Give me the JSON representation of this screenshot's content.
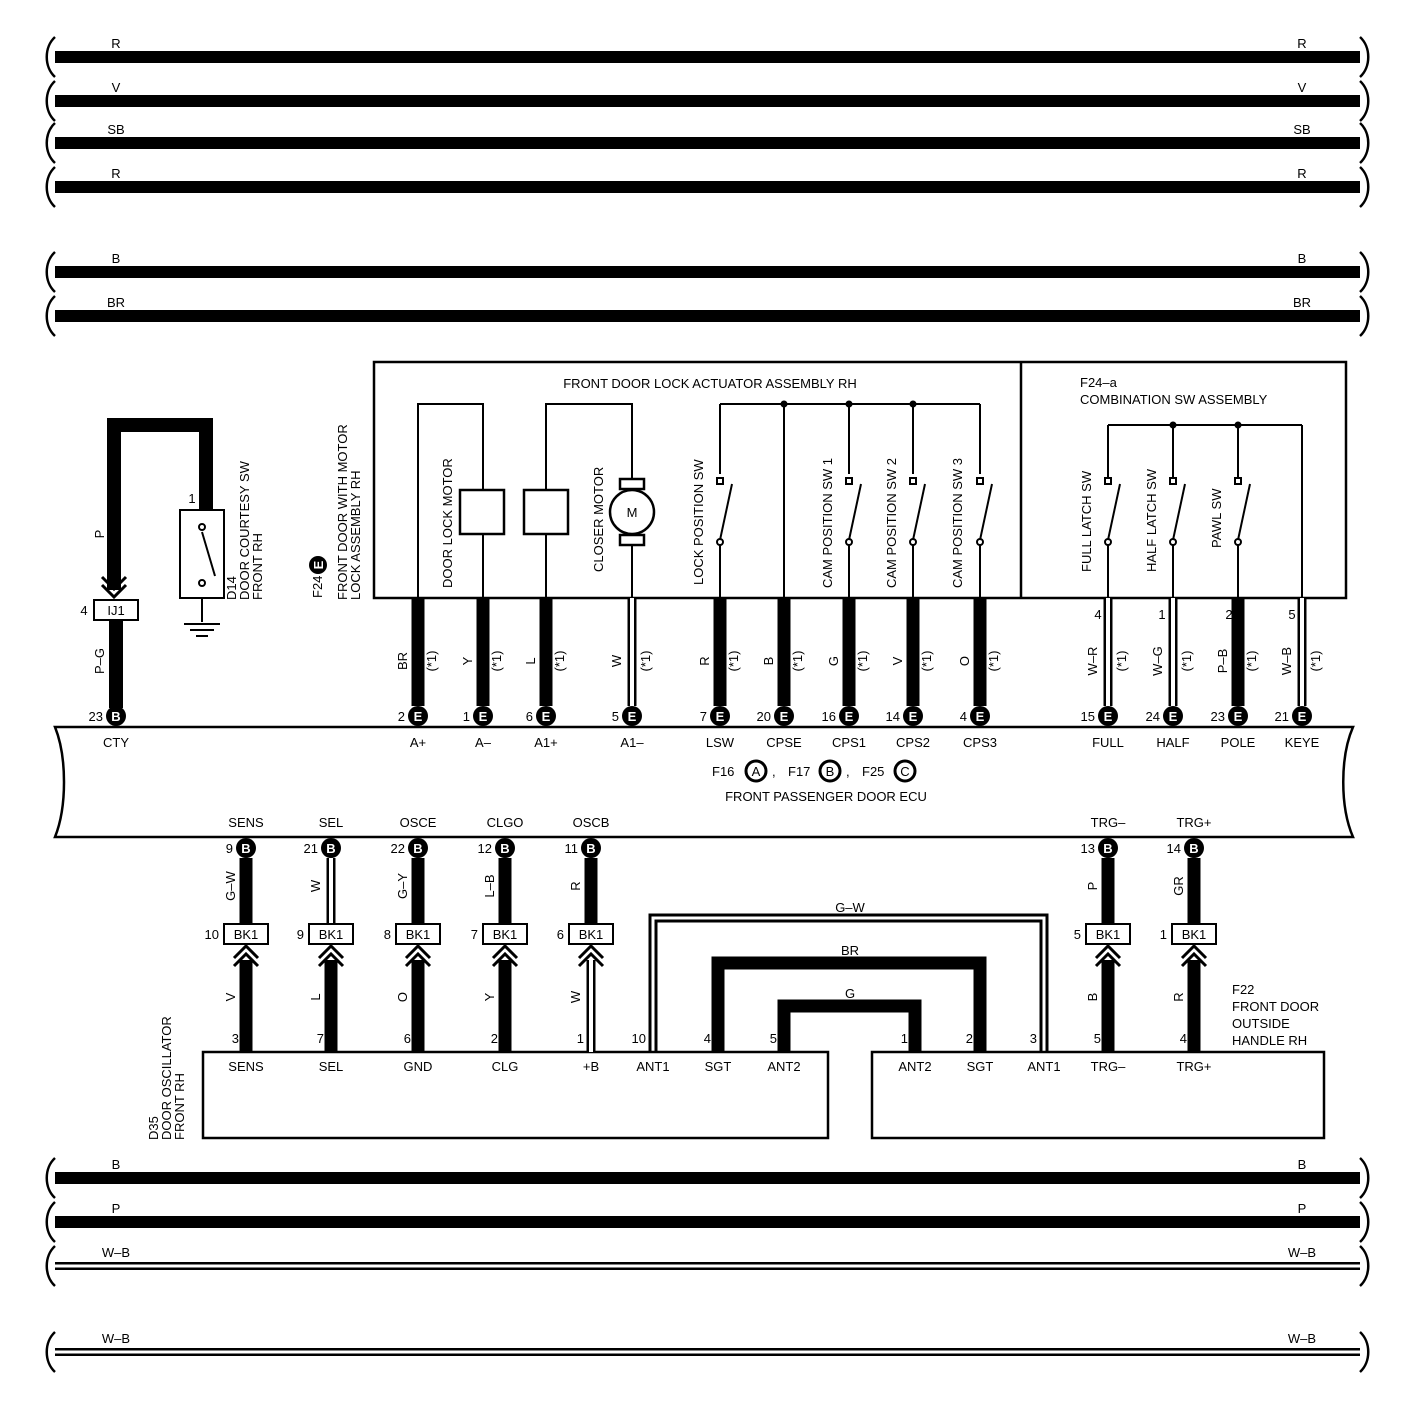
{
  "bus_top": [
    {
      "color": "R",
      "wire": "thick"
    },
    {
      "color": "V",
      "wire": "thick"
    },
    {
      "color": "SB",
      "wire": "thick"
    },
    {
      "color": "R",
      "wire": "thick"
    }
  ],
  "bus_mid": [
    {
      "color": "B",
      "wire": "thick"
    },
    {
      "color": "BR",
      "wire": "thick"
    }
  ],
  "bus_bottom": [
    {
      "color": "B",
      "wire": "thick"
    },
    {
      "color": "P",
      "wire": "thick"
    },
    {
      "color": "W–B",
      "wire": "thin"
    }
  ],
  "bus_last": [
    {
      "color": "W–B",
      "wire": "thin"
    }
  ],
  "door_courtesy": {
    "code": "D14",
    "name_line1": "DOOR COURTESY SW",
    "name_line2": "FRONT RH",
    "pin": "1",
    "wire_color": "P",
    "junction": "IJ1",
    "junction_pin": "4",
    "wire2_color": "P–G"
  },
  "lock_assembly": {
    "code": "F24",
    "connector": "E",
    "name_line1": "FRONT DOOR WITH MOTOR",
    "name_line2": "LOCK ASSEMBLY RH",
    "actuator_title": "FRONT DOOR LOCK ACTUATOR ASSEMBLY RH",
    "combo_code": "F24–a",
    "combo_title": "COMBINATION SW ASSEMBLY",
    "components": [
      "DOOR LOCK MOTOR",
      "CLOSER MOTOR",
      "LOCK POSITION SW",
      "CAM POSITION SW 1",
      "CAM POSITION SW 2",
      "CAM POSITION SW 3",
      "FULL LATCH SW",
      "HALF LATCH SW",
      "PAWL SW"
    ],
    "motor_symbol": "M",
    "combo_pins": [
      "4",
      "1",
      "2",
      "5"
    ]
  },
  "ecu": {
    "title": "FRONT PASSENGER DOOR ECU",
    "connectors": [
      {
        "code": "F16",
        "letter": "A"
      },
      {
        "code": "F17",
        "letter": "B"
      },
      {
        "code": "F25",
        "letter": "C"
      }
    ],
    "sep": ",",
    "note": "(*1)",
    "top_pins": [
      {
        "pin": "23",
        "conn": "B",
        "name": "CTY",
        "color": "",
        "wire": "thick"
      },
      {
        "pin": "2",
        "conn": "E",
        "name": "A+",
        "color": "BR",
        "wire": "thick"
      },
      {
        "pin": "1",
        "conn": "E",
        "name": "A–",
        "color": "Y",
        "wire": "thick"
      },
      {
        "pin": "6",
        "conn": "E",
        "name": "A1+",
        "color": "L",
        "wire": "thick"
      },
      {
        "pin": "5",
        "conn": "E",
        "name": "A1–",
        "color": "W",
        "wire": "thin"
      },
      {
        "pin": "7",
        "conn": "E",
        "name": "LSW",
        "color": "R",
        "wire": "thick"
      },
      {
        "pin": "20",
        "conn": "E",
        "name": "CPSE",
        "color": "B",
        "wire": "thick"
      },
      {
        "pin": "16",
        "conn": "E",
        "name": "CPS1",
        "color": "G",
        "wire": "thick"
      },
      {
        "pin": "14",
        "conn": "E",
        "name": "CPS2",
        "color": "V",
        "wire": "thick"
      },
      {
        "pin": "4",
        "conn": "E",
        "name": "CPS3",
        "color": "O",
        "wire": "thick"
      },
      {
        "pin": "15",
        "conn": "E",
        "name": "FULL",
        "color": "W–R",
        "wire": "thin"
      },
      {
        "pin": "24",
        "conn": "E",
        "name": "HALF",
        "color": "W–G",
        "wire": "thin"
      },
      {
        "pin": "23",
        "conn": "E",
        "name": "POLE",
        "color": "P–B",
        "wire": "thick"
      },
      {
        "pin": "21",
        "conn": "E",
        "name": "KEYE",
        "color": "W–B",
        "wire": "thin"
      }
    ],
    "bottom_pins": [
      {
        "pin": "9",
        "conn": "B",
        "name": "SENS",
        "color": "G–W",
        "bk": "10",
        "color2": "V",
        "wire": "thick"
      },
      {
        "pin": "21",
        "conn": "B",
        "name": "SEL",
        "color": "W",
        "bk": "9",
        "color2": "L",
        "wire": "thin"
      },
      {
        "pin": "22",
        "conn": "B",
        "name": "OSCE",
        "color": "G–Y",
        "bk": "8",
        "color2": "O",
        "wire": "thick"
      },
      {
        "pin": "12",
        "conn": "B",
        "name": "CLGO",
        "color": "L–B",
        "bk": "7",
        "color2": "Y",
        "wire": "thick"
      },
      {
        "pin": "11",
        "conn": "B",
        "name": "OSCB",
        "color": "R",
        "bk": "6",
        "color2": "W",
        "wire": "thick"
      },
      {
        "pin": "13",
        "conn": "B",
        "name": "TRG–",
        "color": "P",
        "bk": "5",
        "color2": "B",
        "wire": "thick"
      },
      {
        "pin": "14",
        "conn": "B",
        "name": "TRG+",
        "color": "GR",
        "bk": "1",
        "color2": "R",
        "wire": "thick"
      }
    ]
  },
  "junction_bk": "BK1",
  "oscillator": {
    "code": "D35",
    "name_line1": "DOOR OSCILLATOR",
    "name_line2": "FRONT RH",
    "pins": [
      {
        "pin": "3",
        "name": "SENS"
      },
      {
        "pin": "7",
        "name": "SEL"
      },
      {
        "pin": "6",
        "name": "GND"
      },
      {
        "pin": "2",
        "name": "CLG"
      },
      {
        "pin": "1",
        "name": "+B"
      },
      {
        "pin": "10",
        "name": "ANT1"
      },
      {
        "pin": "4",
        "name": "SGT"
      },
      {
        "pin": "5",
        "name": "ANT2"
      }
    ]
  },
  "handle": {
    "code": "F22",
    "name_line1": "FRONT DOOR",
    "name_line2": "OUTSIDE",
    "name_line3": "HANDLE RH",
    "pins": [
      {
        "pin": "1",
        "name": "ANT2"
      },
      {
        "pin": "2",
        "name": "SGT"
      },
      {
        "pin": "3",
        "name": "ANT1"
      },
      {
        "pin": "5",
        "name": "TRG–"
      },
      {
        "pin": "4",
        "name": "TRG+"
      }
    ]
  },
  "antenna_wires": [
    {
      "color": "G–W",
      "wire": "thin"
    },
    {
      "color": "BR",
      "wire": "thick"
    },
    {
      "color": "G",
      "wire": "thick"
    }
  ]
}
